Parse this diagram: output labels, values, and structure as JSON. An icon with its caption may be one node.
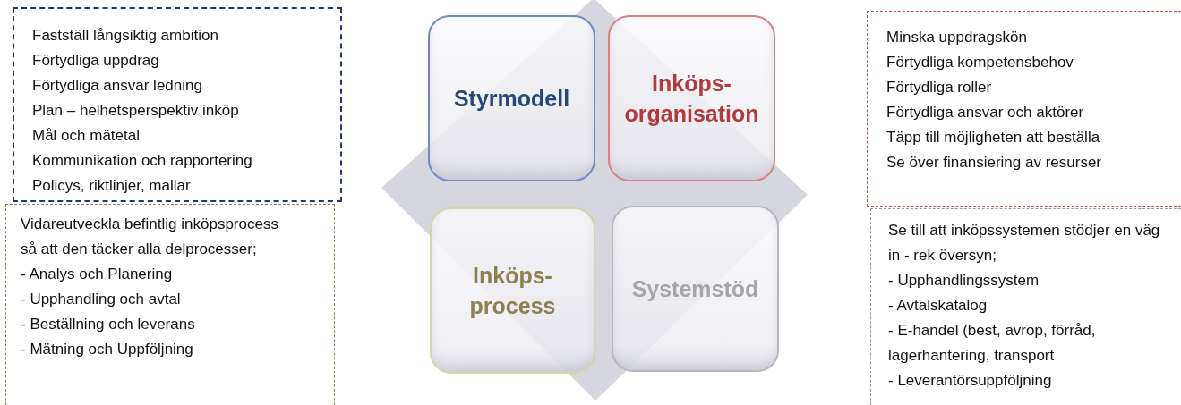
{
  "diagram": {
    "nodes": [
      {
        "text": [
          "Fastställ långsiktig ambition",
          "Förtydliga uppdrag",
          "Förtydliga ansvar ledning",
          "Plan – helhetsperspektiv inköp",
          "Mål och mätetal",
          "Kommunikation och rapportering",
          "Policys, riktlinjer, mallar"
        ]
      },
      {
        "text": [
          "Styrmodell"
        ]
      },
      {
        "text": [
          "Inköps- organisation"
        ]
      },
      {
        "text": [
          "Minska uppdragskön",
          "Förtydliga kompetensbehov",
          "Förtydliga roller",
          "Förtydliga ansvar och aktörer",
          "Täpp till möjligheten att beställa",
          "Se över finansiering av resurser"
        ]
      },
      {
        "text": [
          "Vidareutveckla befintlig inköpsprocess så att den täcker alla delprocesser;",
          "- Analys och Planering",
          "- Upphandling och avtal",
          "- Beställning och leverans",
          "- Mätning och Uppföljning"
        ]
      },
      {
        "text": [
          "Inköps- process"
        ]
      },
      {
        "text": [
          "Systemstöd"
        ]
      },
      {
        "text": [
          "Se till att inköpssystemen stödjer en väg in - rek översyn;",
          "- Upphandlingssystem",
          "- Avtalskatalog",
          "- E-handel (best, avrop, förråd, lagerhantering, transport",
          "- Leverantörsuppföljning"
        ]
      }
    ]
  }
}
